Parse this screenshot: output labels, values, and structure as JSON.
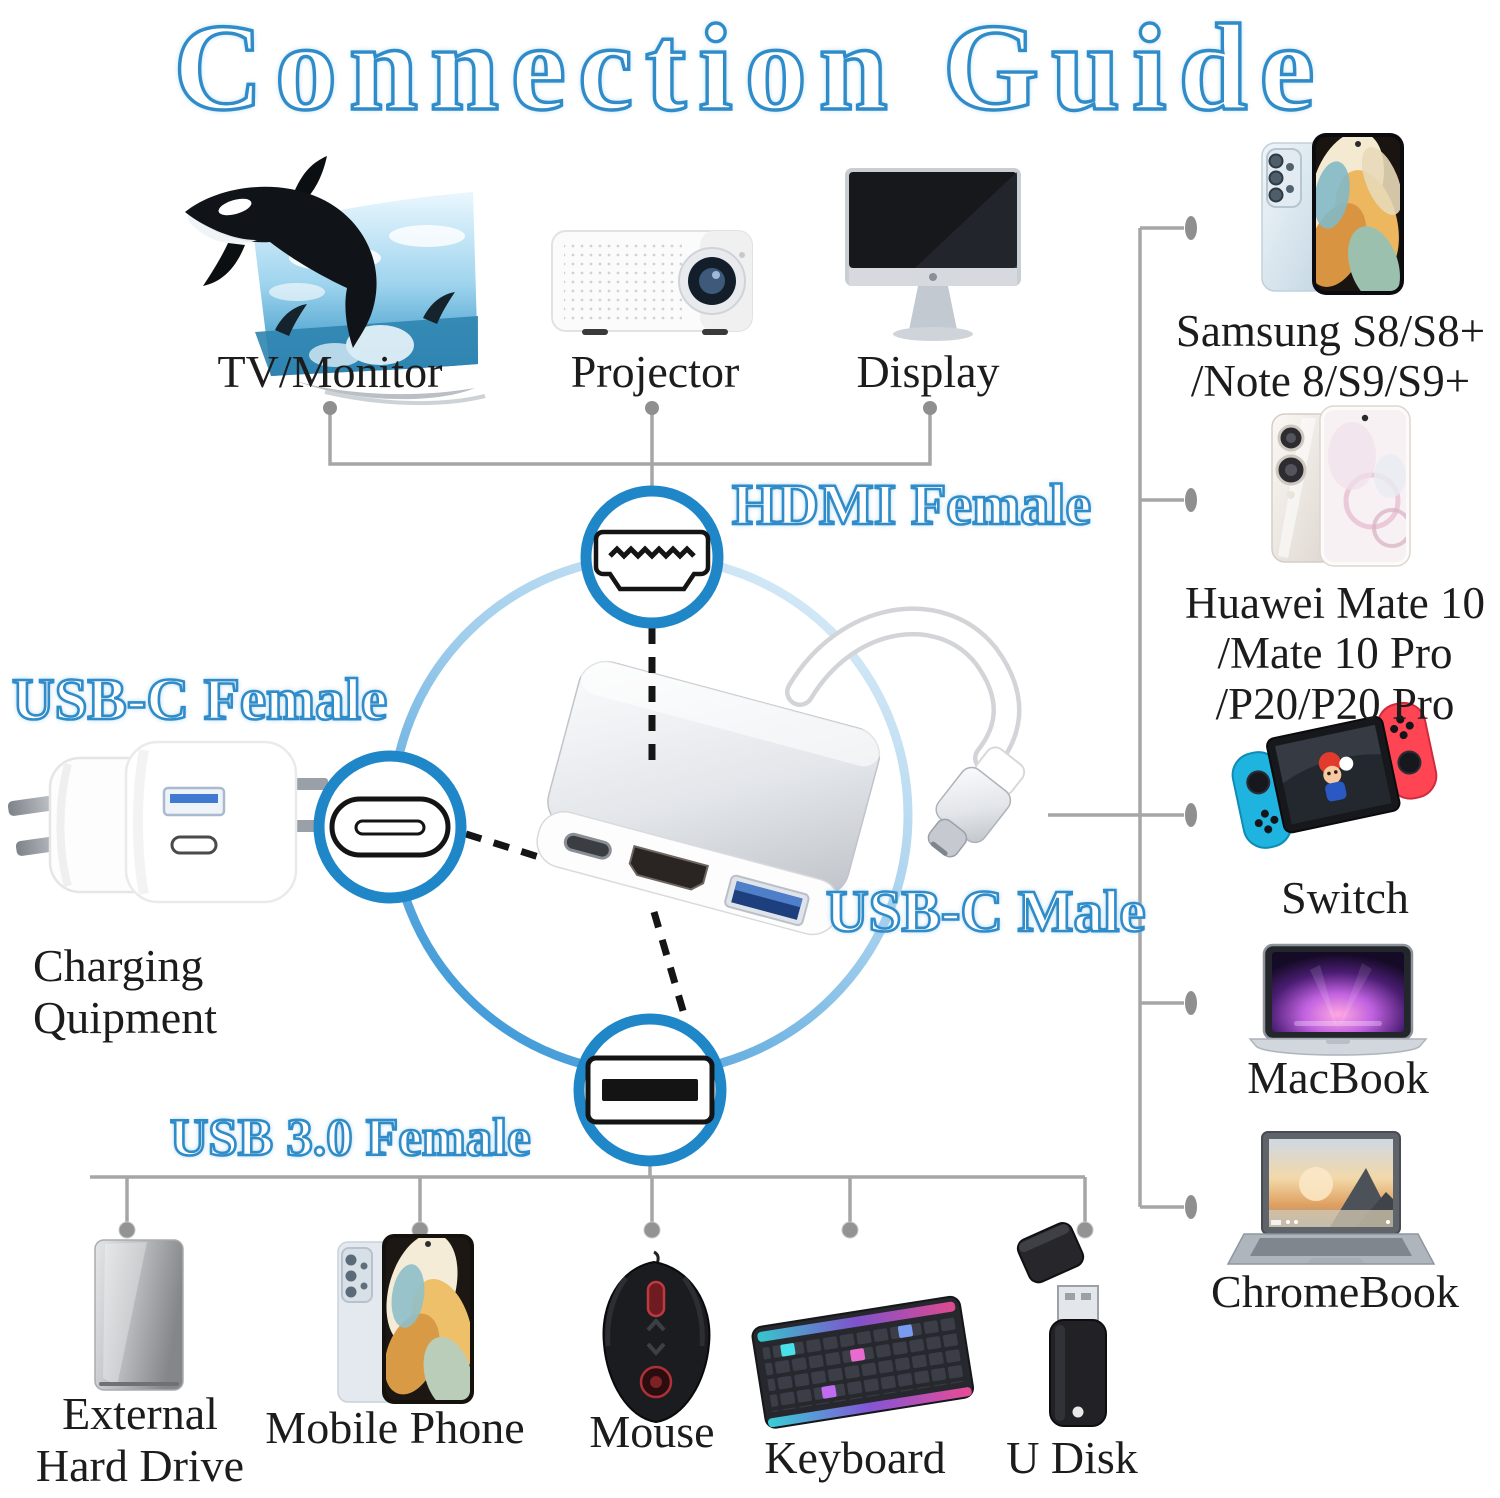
{
  "title": "Connection Guide",
  "ports": {
    "hdmi_female": "HDMI Female",
    "usb_c_female": "USB-C Female",
    "usb_c_male": "USB-C Male",
    "usb_30_female": "USB 3.0 Female"
  },
  "devices": {
    "tv_monitor": {
      "label": "TV/Monitor"
    },
    "projector": {
      "label": "Projector"
    },
    "display": {
      "label": "Display"
    },
    "samsung": {
      "line1": "Samsung S8/S8+",
      "line2": "/Note 8/S9/S9+"
    },
    "huawei": {
      "line1": "Huawei Mate 10",
      "line2": "/Mate 10 Pro",
      "line3": "/P20/P20 Pro"
    },
    "switch": {
      "label": "Switch"
    },
    "macbook": {
      "label": "MacBook"
    },
    "chromebook": {
      "label": "ChromeBook"
    },
    "charger": {
      "line1": "Charging",
      "line2": "Quipment"
    },
    "external_hdd": {
      "line1": "External",
      "line2": "Hard Drive"
    },
    "mobile_phone": {
      "label": "Mobile Phone"
    },
    "mouse": {
      "label": "Mouse"
    },
    "keyboard": {
      "label": "Keyboard"
    },
    "u_disk": {
      "label": "U Disk"
    }
  },
  "colors": {
    "accent_blue": "#1f86c8",
    "ring_blue": "#8ec4e8",
    "line_gray": "#a6a6a6",
    "label_color": "#1c1c1c"
  }
}
